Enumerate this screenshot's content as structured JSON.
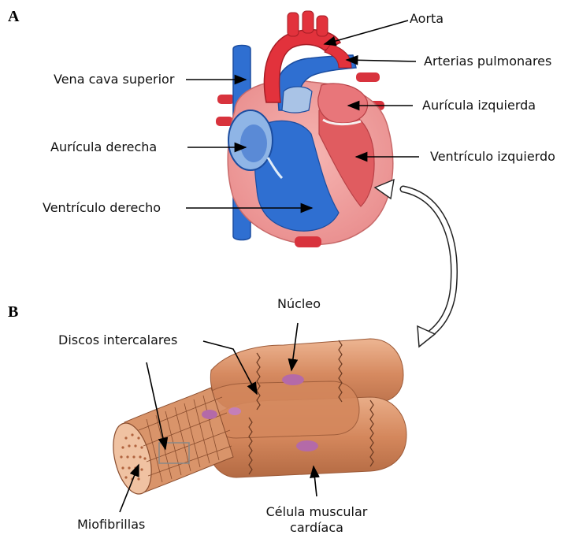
{
  "panels": {
    "a": "A",
    "b": "B"
  },
  "labels": {
    "aorta": "Aorta",
    "pulmonary_arteries": "Arterias pulmonares",
    "superior_vena_cava": "Vena cava superior",
    "left_atrium": "Aurícula izquierda",
    "right_atrium": "Aurícula derecha",
    "left_ventricle": "Ventrículo izquierdo",
    "right_ventricle": "Ventrículo derecho",
    "nucleus": "Núcleo",
    "intercalated_discs": "Discos intercalares",
    "myofibrils": "Miofibrillas",
    "cardiac_muscle_cell_line1": "Célula muscular",
    "cardiac_muscle_cell_line2": "cardíaca"
  },
  "colors": {
    "oxygenated_red": "#e2323c",
    "deoxygenated_blue": "#2f6fd1",
    "myocardium_pink": "#f3a5a5",
    "muscle_tan": "#d9946a",
    "nucleus_purple": "#b46aa8"
  }
}
